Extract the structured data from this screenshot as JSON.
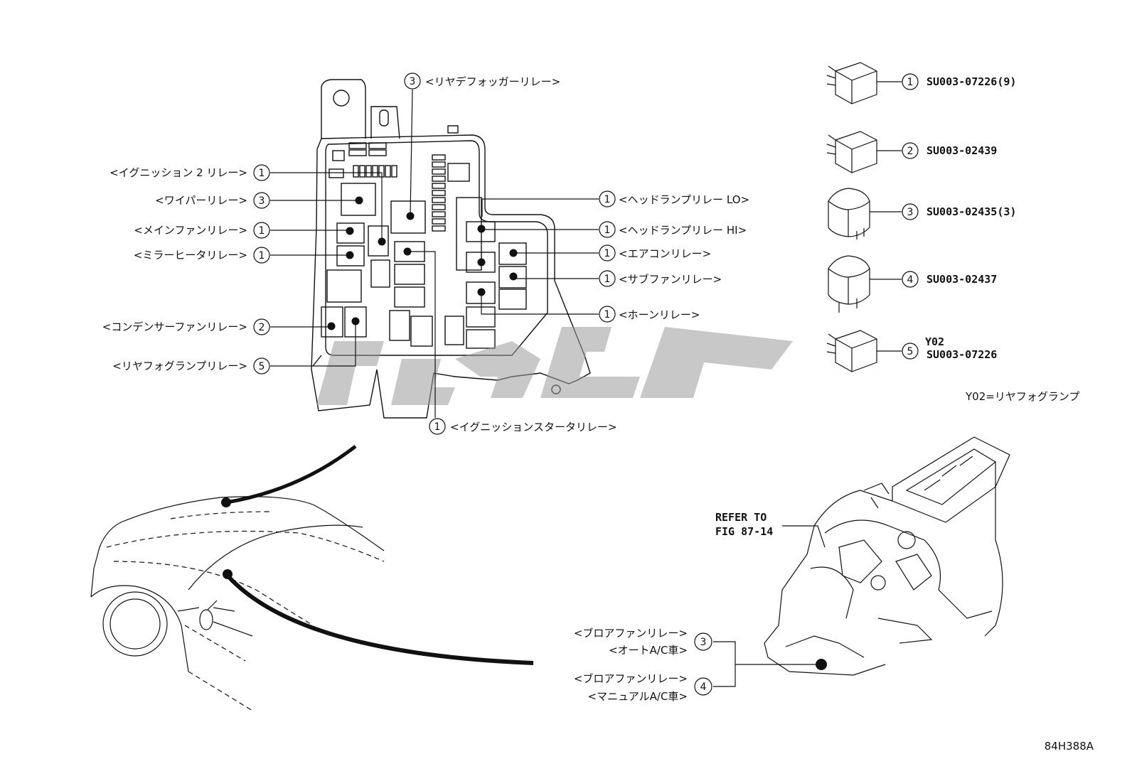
{
  "fuse_box_callouts": [
    {
      "num": "3",
      "label": "<リヤデフォッガーリレー>"
    },
    {
      "num": "1",
      "label": "<イグニッション 2 リレー>"
    },
    {
      "num": "3",
      "label": "<ワイパーリレー>"
    },
    {
      "num": "1",
      "label": "<メインファンリレー>"
    },
    {
      "num": "1",
      "label": "<ミラーヒータリレー>"
    },
    {
      "num": "2",
      "label": "<コンデンサーファンリレー>"
    },
    {
      "num": "5",
      "label": "<リヤフォグランプリレー>"
    },
    {
      "num": "1",
      "label": "<イグニッションスタータリレー>"
    },
    {
      "num": "1",
      "label": "<ヘッドランプリレー LO>"
    },
    {
      "num": "1",
      "label": "<ヘッドランプリレー HI>"
    },
    {
      "num": "1",
      "label": "<エアコンリレー>"
    },
    {
      "num": "1",
      "label": "<サブファンリレー>"
    },
    {
      "num": "1",
      "label": "<ホーンリレー>"
    }
  ],
  "parts_legend": [
    {
      "num": "1",
      "part_no": "SU003-07226(9)",
      "code": ""
    },
    {
      "num": "2",
      "part_no": "SU003-02439",
      "code": ""
    },
    {
      "num": "3",
      "part_no": "SU003-02435(3)",
      "code": ""
    },
    {
      "num": "4",
      "part_no": "SU003-02437",
      "code": ""
    },
    {
      "num": "5",
      "part_no": "SU003-07226",
      "code": "Y02"
    }
  ],
  "code_note": "Y02=リヤフォグランプ",
  "refer": {
    "line1": "REFER TO",
    "line2": "FIG 87-14"
  },
  "blower_callouts": [
    {
      "num": "3",
      "line1": "<ブロアファンリレー>",
      "line2": "<オートA/C車>"
    },
    {
      "num": "4",
      "line1": "<ブロアファンリレー>",
      "line2": "<マニュアルA/C車>"
    }
  ],
  "figure_id": "84H388A"
}
